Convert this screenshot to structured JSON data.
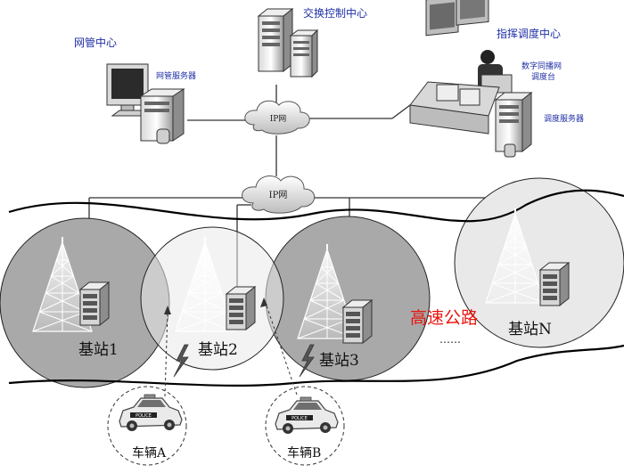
{
  "centers": {
    "switching": "交换控制中心",
    "network_mgmt": "网管中心",
    "dispatch": "指挥调度中心"
  },
  "devices": {
    "mgmt_server": "网管服务器",
    "broadcast_console": "数字同播网\n调度台",
    "dispatch_server": "调度服务器"
  },
  "clouds": {
    "upper": "IP网",
    "lower": "IP网"
  },
  "base_stations": [
    "基站1",
    "基站2",
    "基站3",
    "基站N"
  ],
  "highway": "高速公路",
  "ellipsis": "……",
  "vehicles": [
    "车辆A",
    "车辆B"
  ],
  "colors": {
    "label_blue": "#1f2fa6",
    "highway_red": "#e8140c",
    "cell_dark": "#a9a9a9",
    "cell_light": "#e9e9e9",
    "cell_mid": "#c6c6c6"
  }
}
